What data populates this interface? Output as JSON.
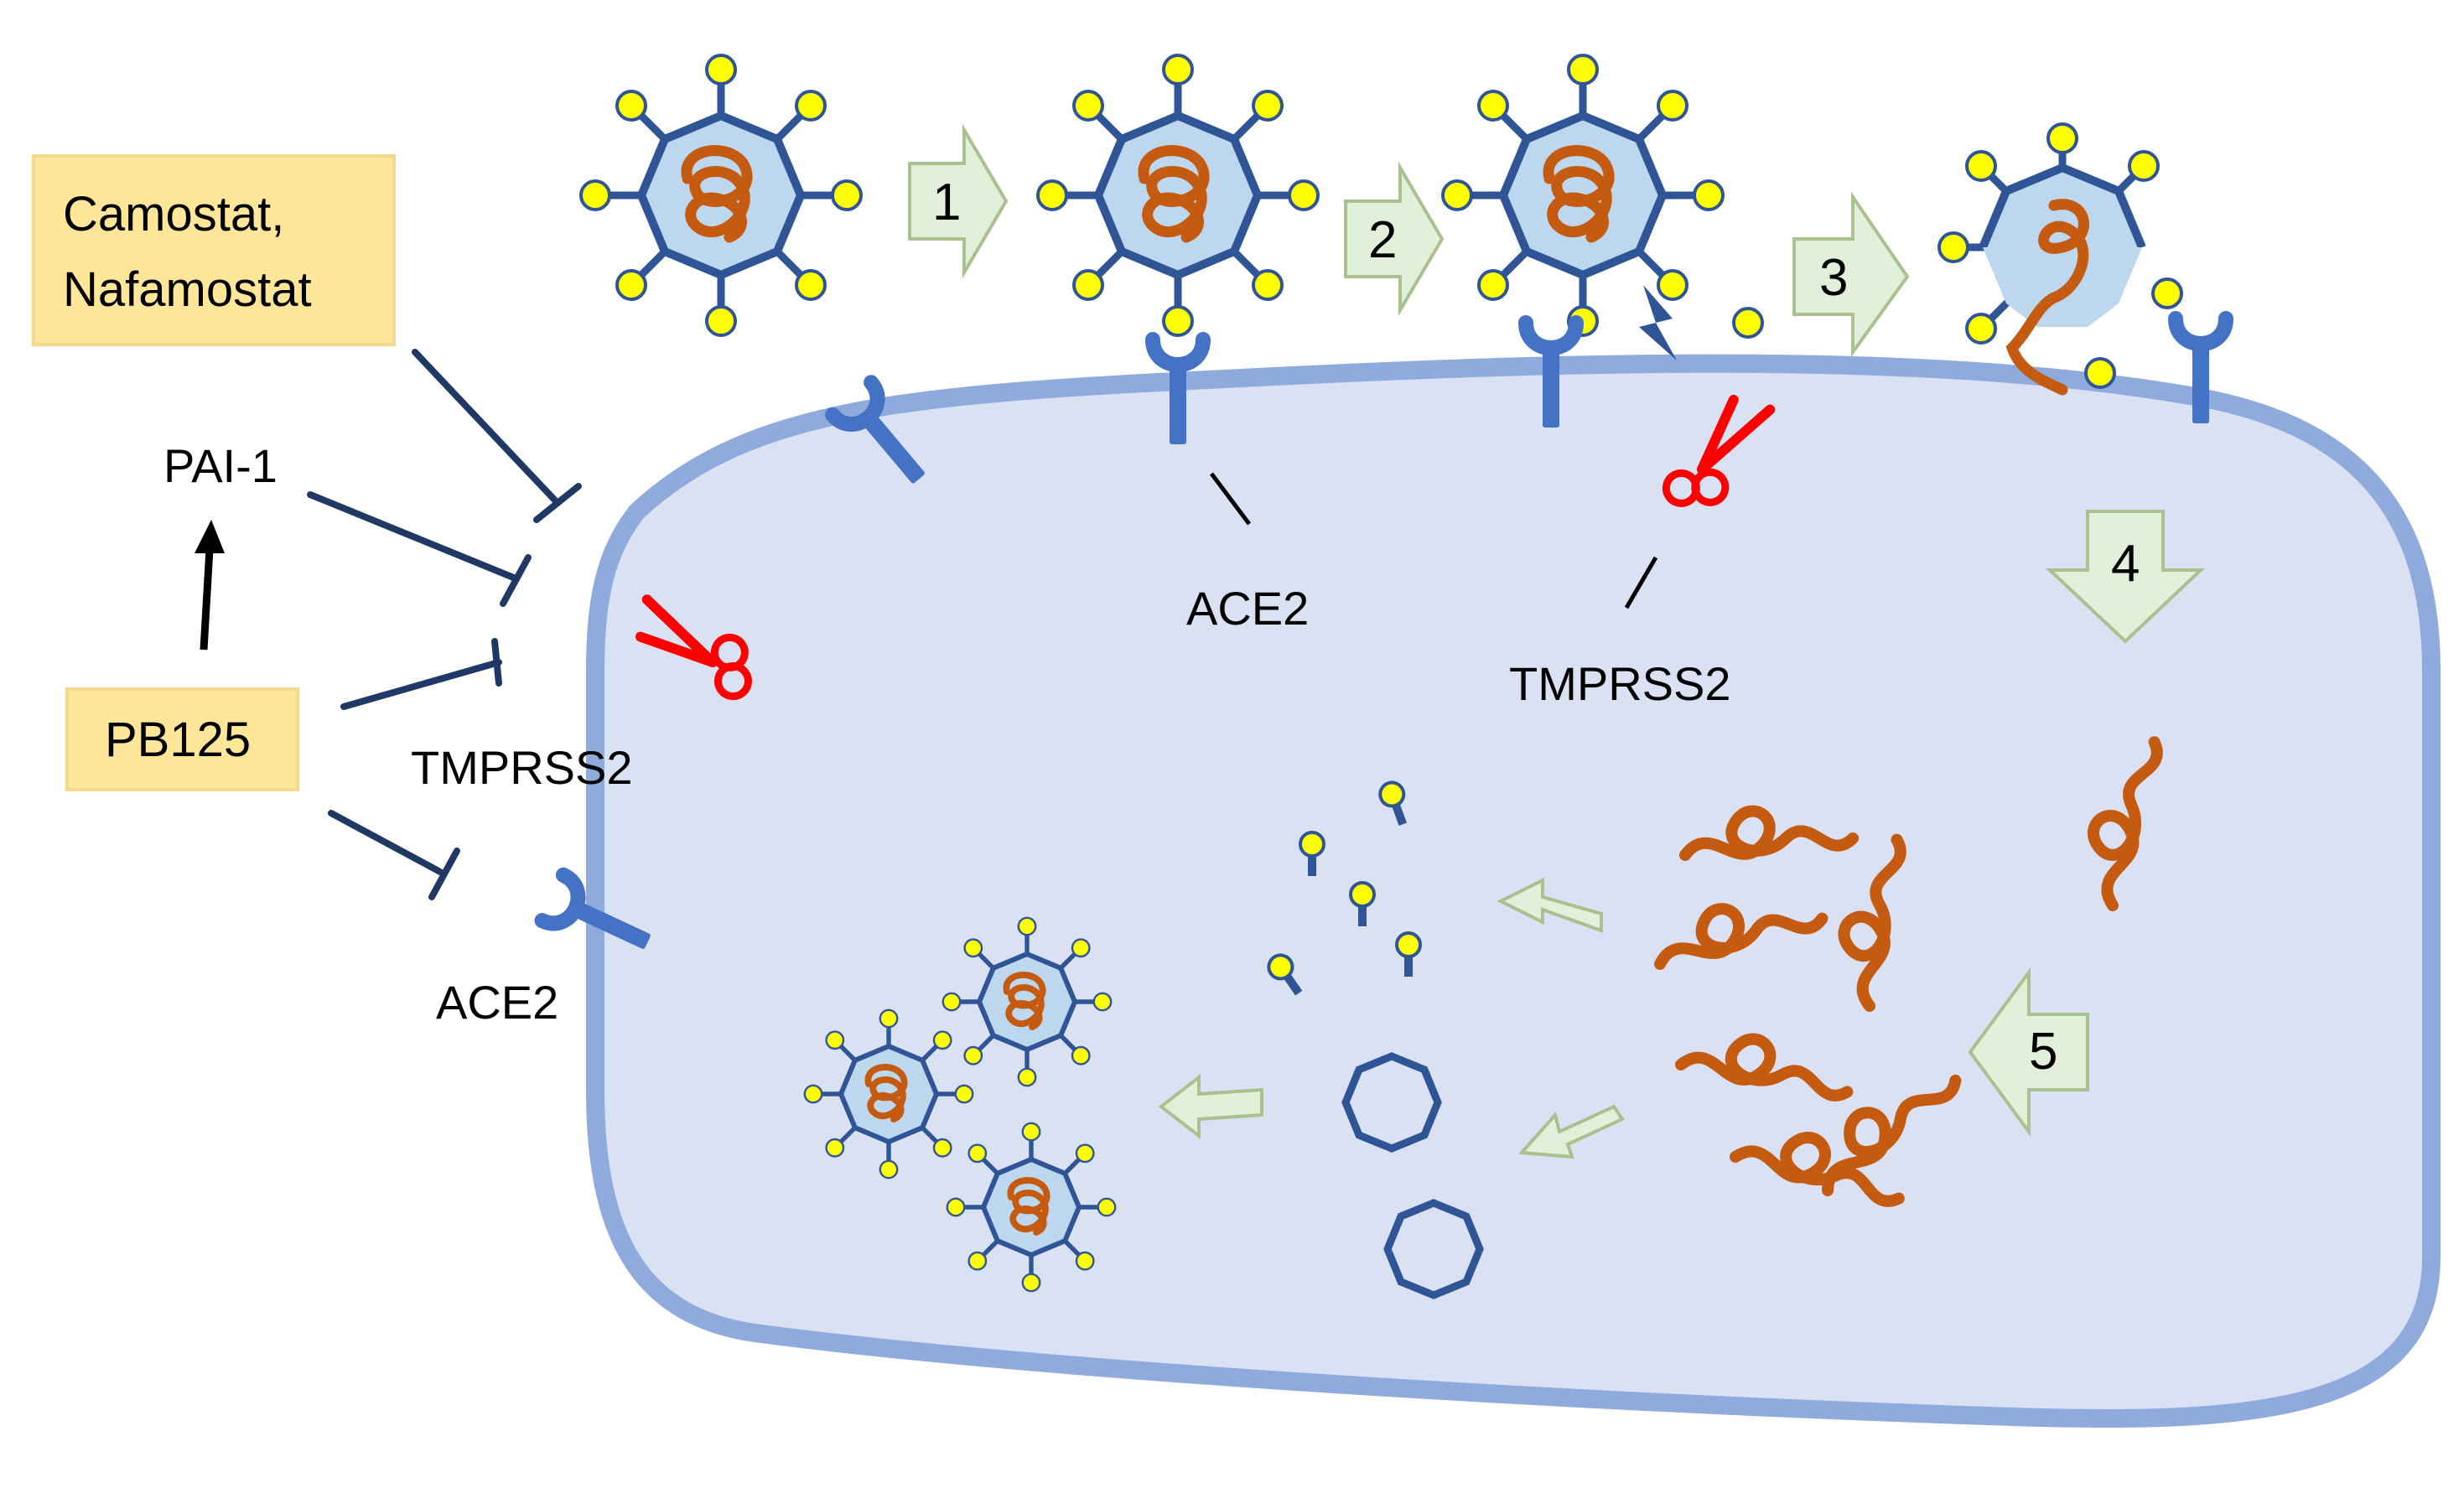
{
  "drugs": {
    "camostat_line1": "Camostat,",
    "camostat_line2": "Nafamostat",
    "pai1": "PAI-1",
    "pb125": "PB125"
  },
  "labels": {
    "tmprss2_left": "TMPRSS2",
    "ace2_left": "ACE2",
    "ace2_top": "ACE2",
    "tmprss2_top": "TMPRSS2"
  },
  "steps": [
    "1",
    "2",
    "3",
    "4",
    "5"
  ],
  "colors": {
    "drug_box_fill": "#FFE699",
    "cell_fill": "#D9E1F2",
    "cell_membrane": "#8FAADC",
    "virus_capsid": "#2F5597",
    "virus_fill": "#BDD7EE",
    "spike_head": "#FFFF00",
    "rna": "#C55A11",
    "receptor": "#4472C4",
    "scissors": "#FF0000",
    "step_arrow_fill": "#E2F0D9",
    "step_arrow_stroke": "#A9C08F",
    "inhibitor_line": "#1F3864"
  },
  "icons": [
    "virus-icon",
    "ace2-receptor-icon",
    "scissors-icon",
    "rna-strand-icon",
    "spike-protein-icon",
    "capsid-icon",
    "step-arrow-icon"
  ]
}
